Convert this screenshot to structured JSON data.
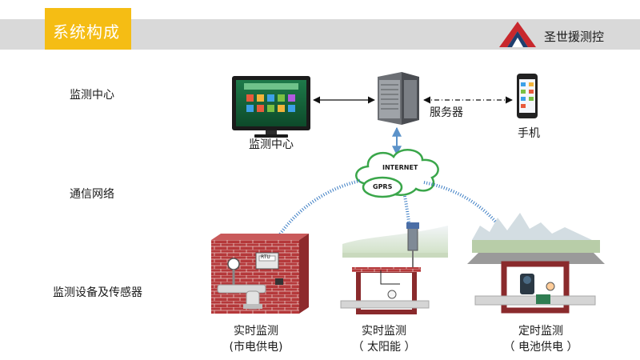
{
  "header": {
    "title": "系统构成",
    "company": "圣世援测控"
  },
  "rows": {
    "monitoring_center": "监测中心",
    "network": "通信网络",
    "devices": "监测设备及传感器"
  },
  "nodes": {
    "monitor_caption": "监测中心",
    "server_caption": "服务器",
    "phone_caption": "手机",
    "internet_label": "INTERNET",
    "gprs_label": "GPRS",
    "rtu_label": "RTU"
  },
  "stations": [
    {
      "line1": "实时监测",
      "line2": "(市电供电)"
    },
    {
      "line1": "实时监测",
      "line2": "（ 太阳能 ）"
    },
    {
      "line1": "定时监测",
      "line2": "（ 电池供电 ）"
    }
  ],
  "colors": {
    "accent": "#f5bd14",
    "header_gray": "#d9d9d9",
    "brick": "#b5383a",
    "cloud_green": "#3aa64a",
    "signal_blue": "#3d7ec4",
    "logo_red": "#c8282d",
    "logo_navy": "#1f3f6e"
  }
}
